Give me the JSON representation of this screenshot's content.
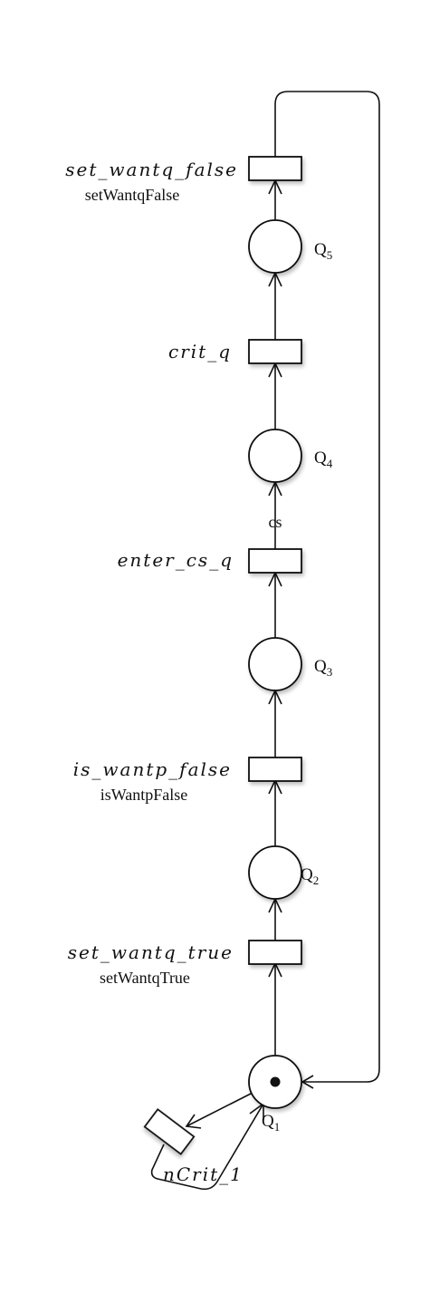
{
  "places": {
    "q1": {
      "name": "Q",
      "sub": "1"
    },
    "q2": {
      "name": "Q",
      "sub": "2"
    },
    "q3": {
      "name": "Q",
      "sub": "3"
    },
    "q4": {
      "name": "Q",
      "sub": "4"
    },
    "q5": {
      "name": "Q",
      "sub": "5"
    }
  },
  "transitions": {
    "set_wantq_false": {
      "label": "set_wantq_false",
      "action": "setWantqFalse"
    },
    "crit_q": {
      "label": "crit_q"
    },
    "enter_cs_q": {
      "label": "enter_cs_q"
    },
    "is_wantp_false": {
      "label": "is_wantp_false",
      "action": "isWantpFalse"
    },
    "set_wantq_true": {
      "label": "set_wantq_true",
      "action": "setWantqTrue"
    },
    "ncrit_1": {
      "label": "nCrit_1"
    }
  },
  "arcs": {
    "enter_to_q4": {
      "label": "cs"
    }
  },
  "tokens": {
    "q1": 1
  }
}
